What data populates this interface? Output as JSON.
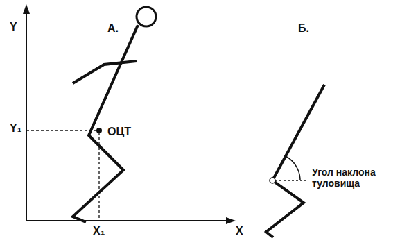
{
  "diagram": {
    "labels": [
      "Y",
      "А.",
      "Б.",
      "Y₁",
      "ОЦТ",
      "X₁",
      "X",
      "Угол наклона туловища"
    ]
  }
}
